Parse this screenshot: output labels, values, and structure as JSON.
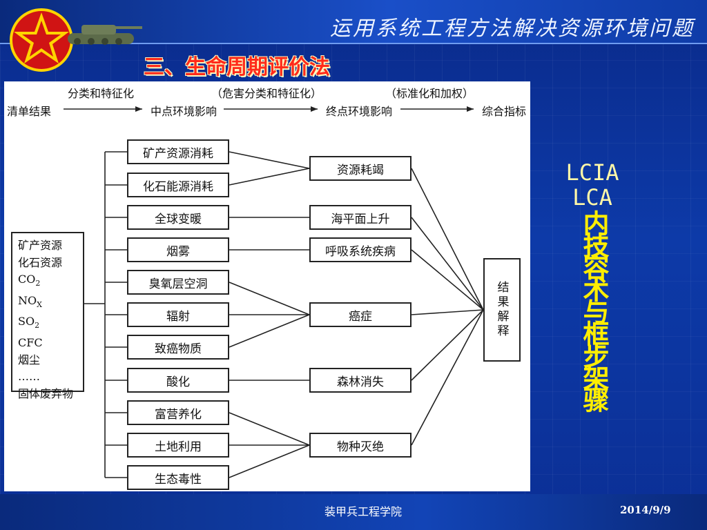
{
  "header": {
    "title": "运用系统工程方法解决资源环境问题"
  },
  "section_title": "三、生命周期评价法",
  "diagram": {
    "stages": [
      "清单结果",
      "中点环境影响",
      "终点环境影响",
      "综合指标"
    ],
    "transitions": [
      "分类和特征化",
      "（危害分类和特征化）",
      "（标准化和加权）"
    ],
    "inputs": [
      "矿产资源",
      "化石资源",
      "CO",
      "2",
      "NO",
      "X",
      "SO",
      "2",
      "CFC",
      "烟尘",
      "……",
      "固体废弃物"
    ],
    "midpoints": [
      "矿产资源消耗",
      "化石能源消耗",
      "全球变暖",
      "烟雾",
      "臭氧层空洞",
      "辐射",
      "致癌物质",
      "酸化",
      "富营养化",
      "土地利用",
      "生态毒性"
    ],
    "endpoints": [
      "资源耗竭",
      "海平面上升",
      "呼吸系统疾病",
      "癌症",
      "森林消失",
      "物种灭绝"
    ],
    "result": "结果解释",
    "links": [
      [
        0,
        0
      ],
      [
        1,
        0
      ],
      [
        2,
        1
      ],
      [
        3,
        2
      ],
      [
        4,
        3
      ],
      [
        5,
        3
      ],
      [
        6,
        3
      ],
      [
        7,
        4
      ],
      [
        8,
        5
      ],
      [
        9,
        5
      ],
      [
        10,
        5
      ]
    ]
  },
  "side": {
    "lines": [
      "LCIA",
      "LCA"
    ],
    "vertical": "内技容术与框步架骤"
  },
  "footer": {
    "college": "装甲兵工程学院",
    "date": "2014/9/9"
  },
  "colors": {
    "background": "#0d3aa8",
    "title_red": "#ff2a1a",
    "side_yellow": "#ffee00"
  }
}
